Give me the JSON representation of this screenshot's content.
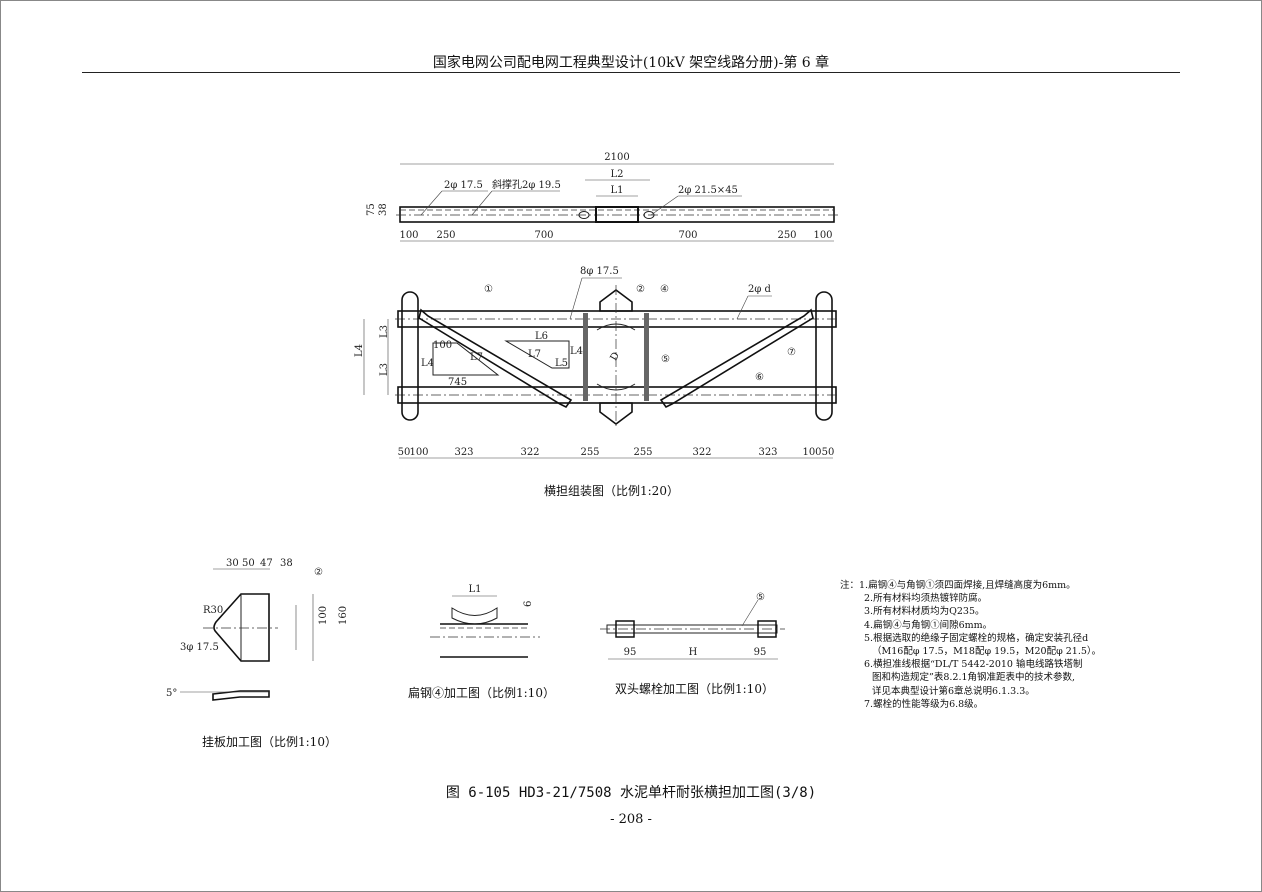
{
  "header": {
    "title": "国家电网公司配电网工程典型设计(10kV 架空线路分册)-第 6 章"
  },
  "top_view": {
    "overall": "2100",
    "hole1": "2φ 17.5",
    "hole2": "斜撑孔2φ 19.5",
    "hole3": "2φ 21.5×45",
    "l2": "L2",
    "l1": "L1",
    "h75": "75",
    "h38": "38",
    "dims": [
      "100",
      "250",
      "700",
      "700",
      "250",
      "100"
    ]
  },
  "assembly": {
    "bolt_holes": "8φ 17.5",
    "hole_d": "2φ d",
    "parts": [
      "①",
      "②",
      "④",
      "⑤",
      "⑥",
      "⑦"
    ],
    "l3": "L3",
    "l4": "L4",
    "d": "D",
    "tri1": {
      "top": "100",
      "side": "L4",
      "hyp": "L7",
      "bottom": "745"
    },
    "tri2": {
      "top": "L6",
      "side": "L4",
      "hyp": "L7",
      "bottom": "L5"
    },
    "dims": [
      "50",
      "100",
      "323",
      "322",
      "255",
      "255",
      "322",
      "323",
      "100",
      "50"
    ],
    "caption": "横担组装图（比例1:20）"
  },
  "plate": {
    "dims": [
      "30",
      "50",
      "47",
      "38"
    ],
    "part": "②",
    "r": "R30",
    "holes": "3φ 17.5",
    "h100": "100",
    "h160": "160",
    "angle": "5°",
    "caption": "挂板加工图（比例1:10）"
  },
  "flat_steel": {
    "l1": "L1",
    "t": "6",
    "caption": "扁钢④加工图（比例1:10）"
  },
  "stud_bolt": {
    "part": "⑤",
    "dims": [
      "95",
      "H",
      "95"
    ],
    "caption": "双头螺栓加工图（比例1:10）"
  },
  "notes": {
    "label": "注：",
    "items": [
      "1.扁钢④与角钢①须四面焊接,且焊缝高度为6mm。",
      "2.所有材料均须热镀锌防腐。",
      "3.所有材料材质均为Q235。",
      "4.扁钢④与角钢①间隙6mm。",
      "5.根据选取的绝缘子固定螺栓的规格，确定安装孔径d",
      "（M16配φ 17.5，M18配φ 19.5，M20配φ 21.5）。",
      "6.横担准线根据“DL/T 5442-2010 输电线路铁塔制",
      "图和构造规定”表8.2.1角钢准距表中的技术参数,",
      "详见本典型设计第6章总说明6.1.3.3。",
      "7.螺栓的性能等级为6.8级。"
    ]
  },
  "figure_caption": "图 6-105  HD3-21/7508 水泥单杆耐张横担加工图(3/8)",
  "page_number": "- 208 -"
}
